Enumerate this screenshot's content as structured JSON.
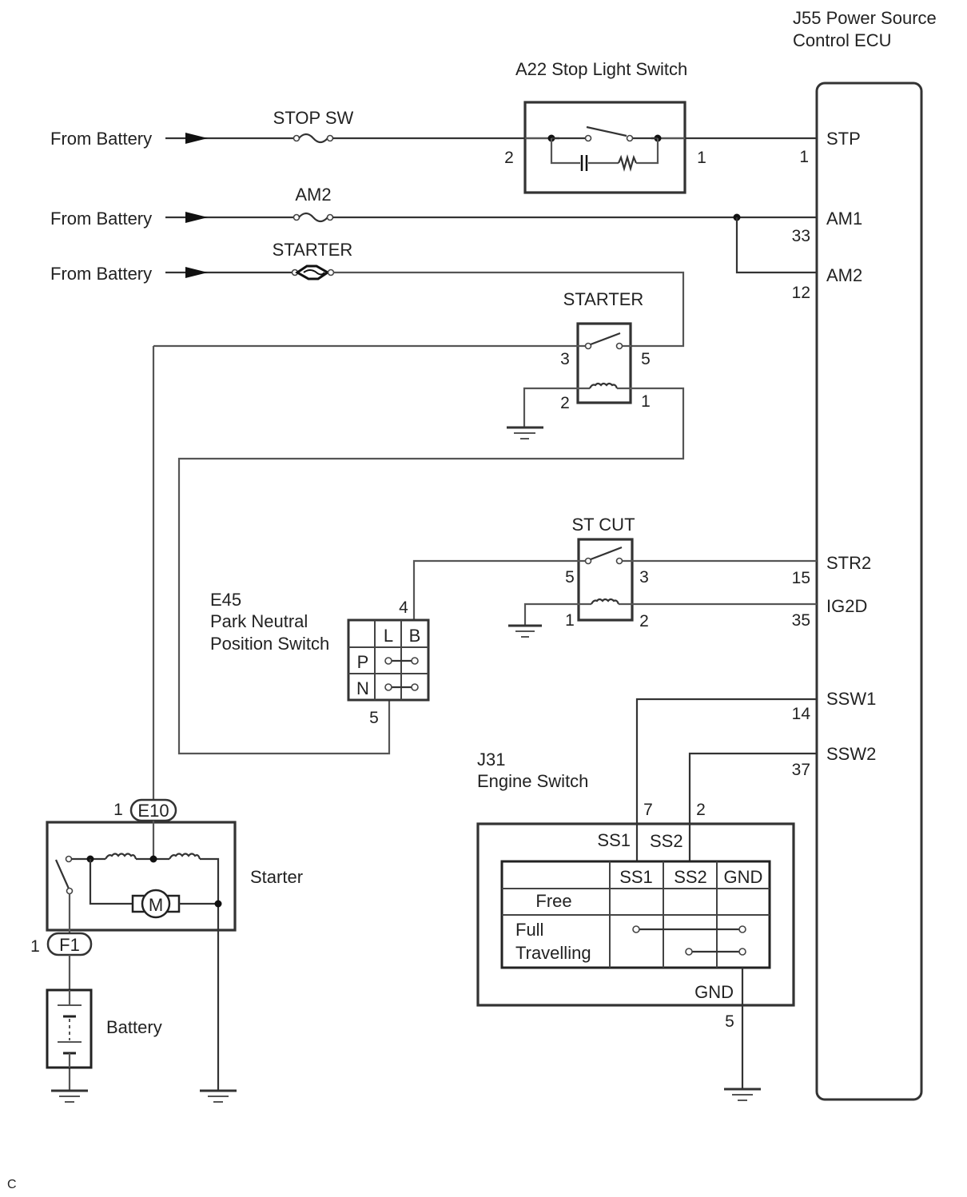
{
  "ecu": {
    "title_line1": "J55 Power Source",
    "title_line2": "Control ECU",
    "pins": [
      {
        "name": "STP",
        "num": "1"
      },
      {
        "name": "AM1",
        "num": "33"
      },
      {
        "name": "AM2",
        "num": "12"
      },
      {
        "name": "STR2",
        "num": "15"
      },
      {
        "name": "IG2D",
        "num": "35"
      },
      {
        "name": "SSW1",
        "num": "14"
      },
      {
        "name": "SSW2",
        "num": "37"
      }
    ]
  },
  "sources": [
    {
      "label": "From Battery",
      "fuse": "STOP SW"
    },
    {
      "label": "From Battery",
      "fuse": "AM2"
    },
    {
      "label": "From Battery",
      "fuse": "STARTER"
    }
  ],
  "stop_light_switch": {
    "title": "A22 Stop Light Switch",
    "pin_left": "2",
    "pin_right": "1"
  },
  "starter_relay": {
    "title": "STARTER",
    "pins": {
      "p3": "3",
      "p5": "5",
      "p2": "2",
      "p1": "1"
    }
  },
  "st_cut_relay": {
    "title": "ST CUT",
    "pins": {
      "p5": "5",
      "p3": "3",
      "p1": "1",
      "p2": "2"
    }
  },
  "pnp_switch": {
    "id": "E45",
    "name_line1": "Park Neutral",
    "name_line2": "Position Switch",
    "pin_top": "4",
    "pin_bottom": "5",
    "columns": [
      "L",
      "B"
    ],
    "rows": [
      "P",
      "N"
    ]
  },
  "starter": {
    "label": "Starter",
    "connector_top": {
      "id": "E10",
      "pin": "1"
    },
    "connector_bottom": {
      "id": "F1",
      "pin": "1"
    },
    "motor": "M"
  },
  "battery": {
    "label": "Battery"
  },
  "engine_switch": {
    "id": "J31",
    "name": "Engine Switch",
    "pin_ss1": "7",
    "pin_ss2": "2",
    "pin_gnd": "5",
    "terminal_ss1": "SS1",
    "terminal_ss2": "SS2",
    "terminal_gnd": "GND",
    "table": {
      "columns": [
        "SS1",
        "SS2",
        "GND"
      ],
      "rows": [
        "Free",
        "Full",
        "Travelling"
      ]
    }
  },
  "footer": {
    "code": "C"
  }
}
